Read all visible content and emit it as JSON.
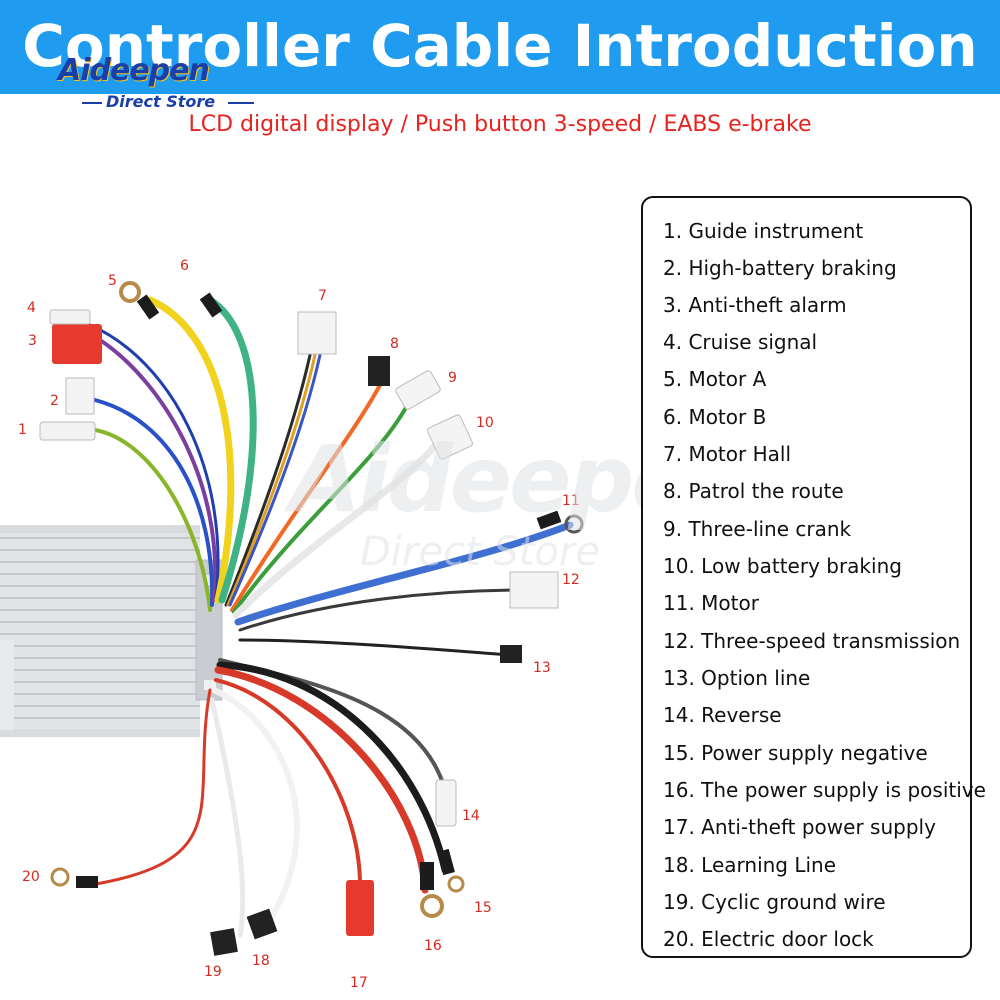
{
  "header": {
    "title": "Controller Cable Introduction",
    "subtitle": "LCD digital display / Push button 3-speed / EABS e-brake"
  },
  "logo": {
    "name": "Aideepen",
    "tagline": "Direct Store"
  },
  "watermark": {
    "name": "Aideepen",
    "tagline": "Direct Store"
  },
  "colors": {
    "banner": "#1f9cf0",
    "subtitle": "#e8231f",
    "callout": "#d42a20",
    "brand": "#1a3fa8",
    "brand_accent": "#f4c21a"
  },
  "diagram": {
    "callouts": [
      "1",
      "2",
      "3",
      "4",
      "5",
      "6",
      "7",
      "8",
      "9",
      "10",
      "11",
      "12",
      "13",
      "14",
      "15",
      "16",
      "17",
      "18",
      "19",
      "20"
    ]
  },
  "legend": {
    "items": [
      "1. Guide instrument",
      "2. High-battery braking",
      "3. Anti-theft alarm",
      "4. Cruise signal",
      "5. Motor A",
      "6. Motor B",
      "7. Motor Hall",
      "8. Patrol the route",
      "9. Three-line crank",
      "10. Low battery braking",
      "11. Motor",
      "12. Three-speed transmission",
      "13. Option line",
      "14. Reverse",
      "15. Power supply negative",
      "16. The power supply is positive",
      "17. Anti-theft power supply",
      "18. Learning Line",
      "19. Cyclic ground wire",
      "20. Electric door lock"
    ]
  }
}
